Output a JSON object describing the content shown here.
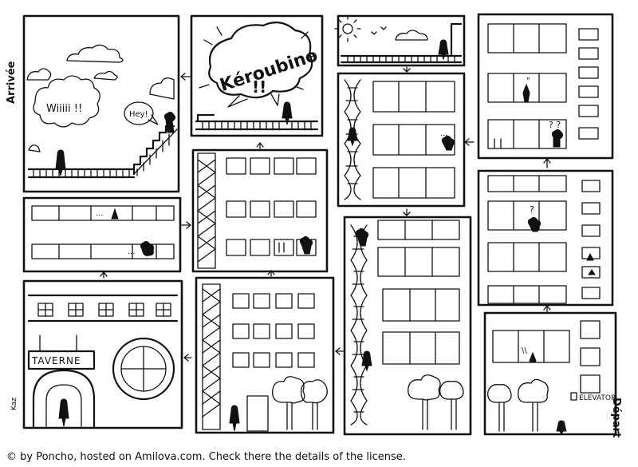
{
  "labels": {
    "start": "Départ",
    "finish": "Arrivée"
  },
  "speech": {
    "wiii": "Wiiiii !!",
    "hey": "Hey!",
    "shout": "Kéroubino",
    "shout_marks": "!!",
    "dots": "...",
    "question": "?",
    "double_question": "? ?",
    "tick_marks": "\" ",
    "tick_marks2": "\\\\"
  },
  "signs": {
    "tavern": "TAVERNE",
    "elevator": "ELEVATOR"
  },
  "signature": "Kaz",
  "credit": "© by Poncho, hosted on Amilova.com. Check there the details of the license."
}
